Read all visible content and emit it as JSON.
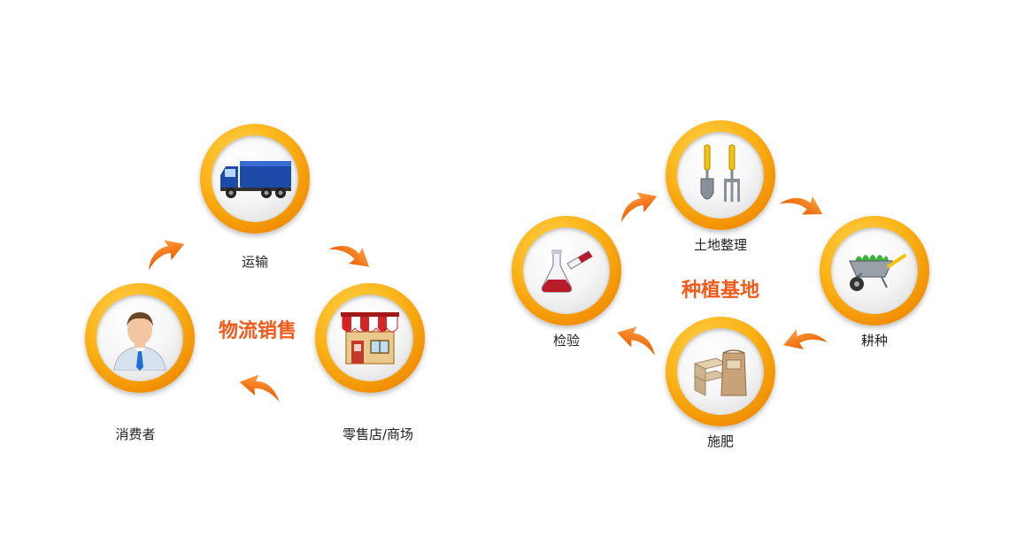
{
  "colors": {
    "ring": "#fbb215",
    "arrow": "#f07a10",
    "title": "#f05a1a",
    "label": "#222222"
  },
  "logistics": {
    "title": "物流销售",
    "nodes": [
      {
        "label": "运输",
        "icon": "truck-icon"
      },
      {
        "label": "零售店/商场",
        "icon": "store-icon"
      },
      {
        "label": "消费者",
        "icon": "consumer-icon"
      }
    ]
  },
  "planting": {
    "title": "种植基地",
    "nodes": [
      {
        "label": "土地整理",
        "icon": "garden-tools-icon"
      },
      {
        "label": "耕种",
        "icon": "wheelbarrow-icon"
      },
      {
        "label": "施肥",
        "icon": "fertilizer-bags-icon"
      },
      {
        "label": "检验",
        "icon": "lab-flask-icon"
      }
    ]
  }
}
